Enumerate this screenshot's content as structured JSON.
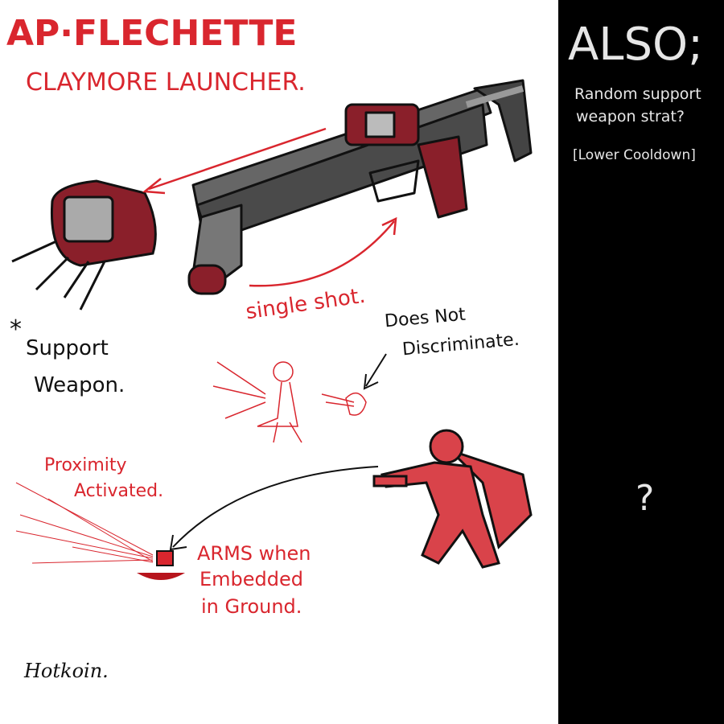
{
  "title": {
    "line1": "AP·FLECHETTE",
    "line2": "CLAYMORE LAUNCHER."
  },
  "annotations": {
    "single_shot": "single shot.",
    "support_asterisk": "*",
    "support_line1": "Support",
    "support_line2": "Weapon.",
    "discriminate_line1": "Does Not",
    "discriminate_line2": "Discriminate.",
    "proximity_line1": "Proximity",
    "proximity_line2": "Activated.",
    "arms_line1": "ARMS when",
    "arms_line2": "Embedded",
    "arms_line3": "in Ground."
  },
  "signature": "Hotkoin.",
  "side_panel": {
    "heading": "ALSO;",
    "line1": "Random support",
    "line2": "weapon strat?",
    "tag": "[Lower Cooldown]",
    "question": "?"
  },
  "colors": {
    "accent": "#d9262e",
    "panel": "#000000",
    "panel_text": "#e6e6e6",
    "weapon_dark": "#8a1f2a",
    "metal": "#6d6d6d"
  }
}
